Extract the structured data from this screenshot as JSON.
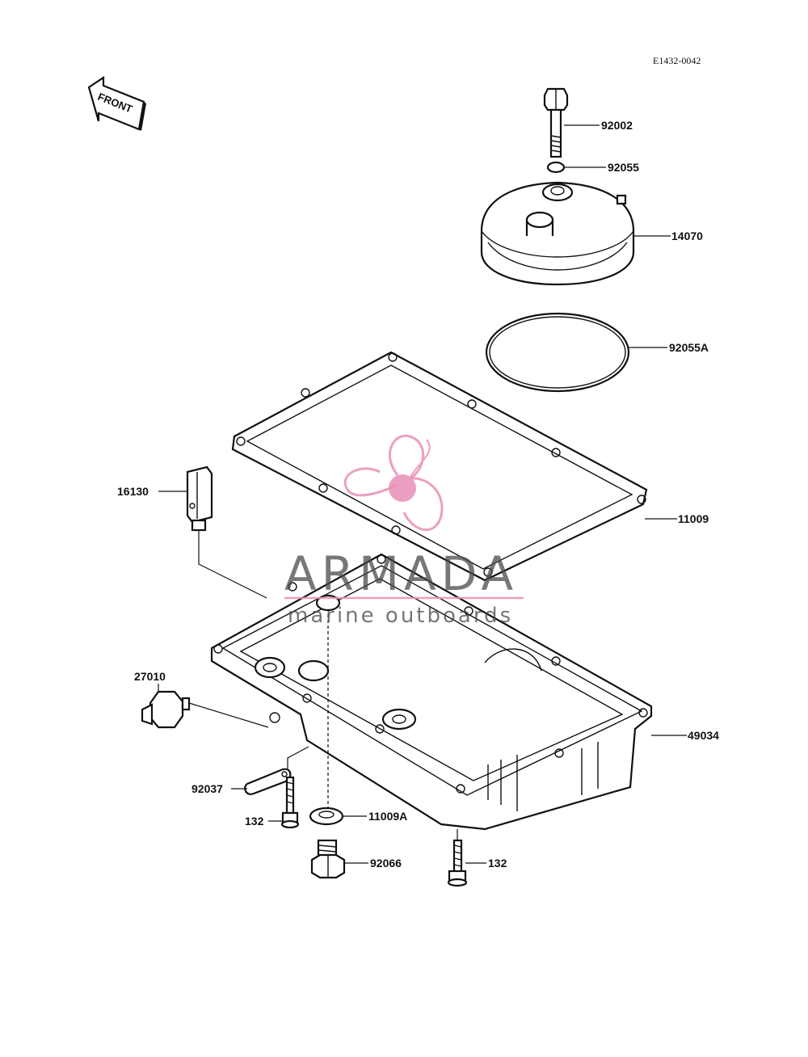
{
  "diagram": {
    "code": "E1432-0042",
    "front_label": "FRONT",
    "watermark": {
      "title": "ARMADA",
      "subtitle": "marine outboards",
      "color": "#e98fb6"
    },
    "labels": {
      "p92002": "92002",
      "p92055": "92055",
      "p14070": "14070",
      "p92055A": "92055A",
      "p11009": "11009",
      "p16130": "16130",
      "p27010": "27010",
      "p49034": "49034",
      "p92037": "92037",
      "p132a": "132",
      "p11009A": "11009A",
      "p92066": "92066",
      "p132b": "132"
    }
  }
}
